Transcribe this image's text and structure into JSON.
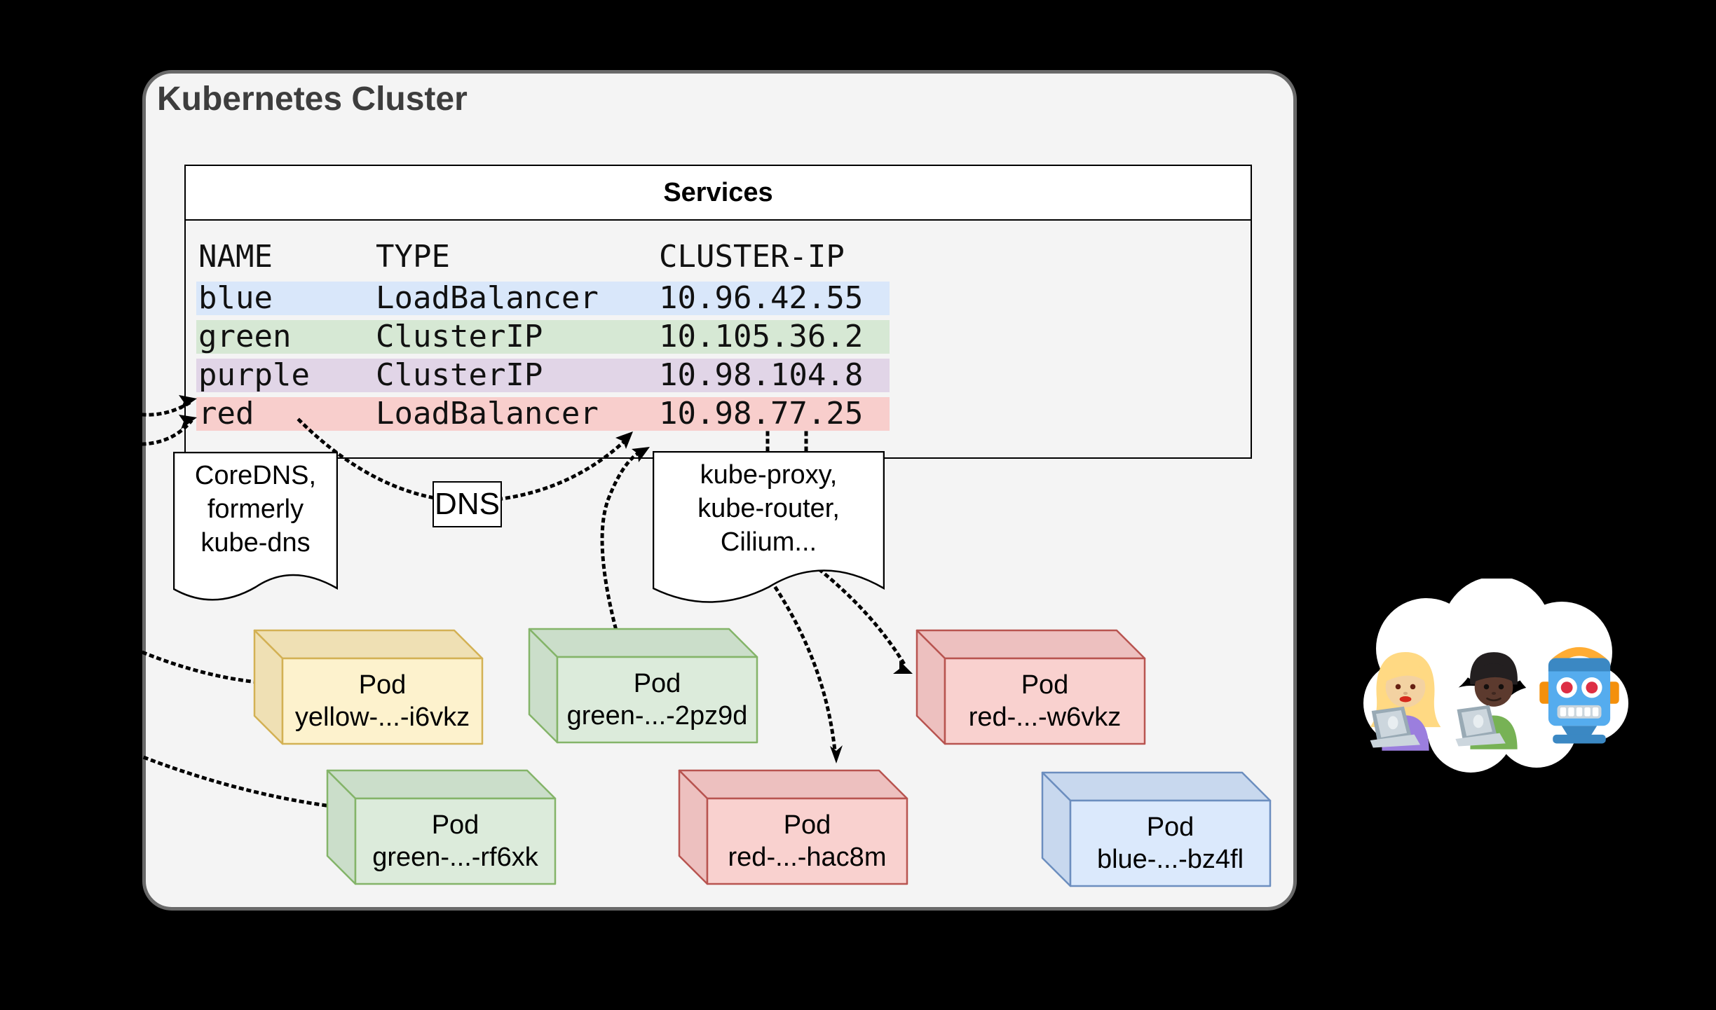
{
  "cluster": {
    "title": "Kubernetes Cluster"
  },
  "table": {
    "title": "Services",
    "columns": {
      "name": "NAME",
      "type": "TYPE",
      "ip": "CLUSTER-IP"
    },
    "rows": [
      {
        "name": "blue",
        "type": "LoadBalancer",
        "ip": "10.96.42.55",
        "highlight": "#d9e7fa"
      },
      {
        "name": "green",
        "type": "ClusterIP",
        "ip": "10.105.36.2",
        "highlight": "#d6e8d4"
      },
      {
        "name": "purple",
        "type": "ClusterIP",
        "ip": "10.98.104.8",
        "highlight": "#e1d5e7"
      },
      {
        "name": "red",
        "type": "LoadBalancer",
        "ip": "10.98.77.25",
        "highlight": "#f8cecc"
      }
    ]
  },
  "dns": {
    "label": "DNS"
  },
  "notes": {
    "coredns": {
      "line1": "CoreDNS,",
      "line2": "formerly",
      "line3": "kube-dns"
    },
    "proxy": {
      "line1": "kube-proxy,",
      "line2": "kube-router,",
      "line3": "Cilium..."
    }
  },
  "pods": [
    {
      "title": "Pod",
      "name": "yellow-...-i6vkz",
      "color": "yellow"
    },
    {
      "title": "Pod",
      "name": "green-...-2pz9d",
      "color": "green"
    },
    {
      "title": "Pod",
      "name": "red-...-w6vkz",
      "color": "red"
    },
    {
      "title": "Pod",
      "name": "green-...-rf6xk",
      "color": "green"
    },
    {
      "title": "Pod",
      "name": "red-...-hac8m",
      "color": "red"
    },
    {
      "title": "Pod",
      "name": "blue-...-bz4fl",
      "color": "blue"
    }
  ],
  "cloud": {
    "members": [
      "woman-technologist",
      "man-technologist",
      "robot"
    ]
  },
  "colors": {
    "background": "#000000",
    "cluster_fill": "#f4f4f4",
    "cluster_border": "#696969",
    "pod_yellow": {
      "front": "#fdf2cd",
      "side": "#efe0b4",
      "border": "#d3b154"
    },
    "pod_green": {
      "front": "#dcebdb",
      "side": "#cbdeca",
      "border": "#84b469"
    },
    "pod_red": {
      "front": "#f9d1cf",
      "side": "#edc0bf",
      "border": "#b85450"
    },
    "pod_blue": {
      "front": "#dbe9fc",
      "side": "#c8d8ee",
      "border": "#6c8ebf"
    }
  }
}
